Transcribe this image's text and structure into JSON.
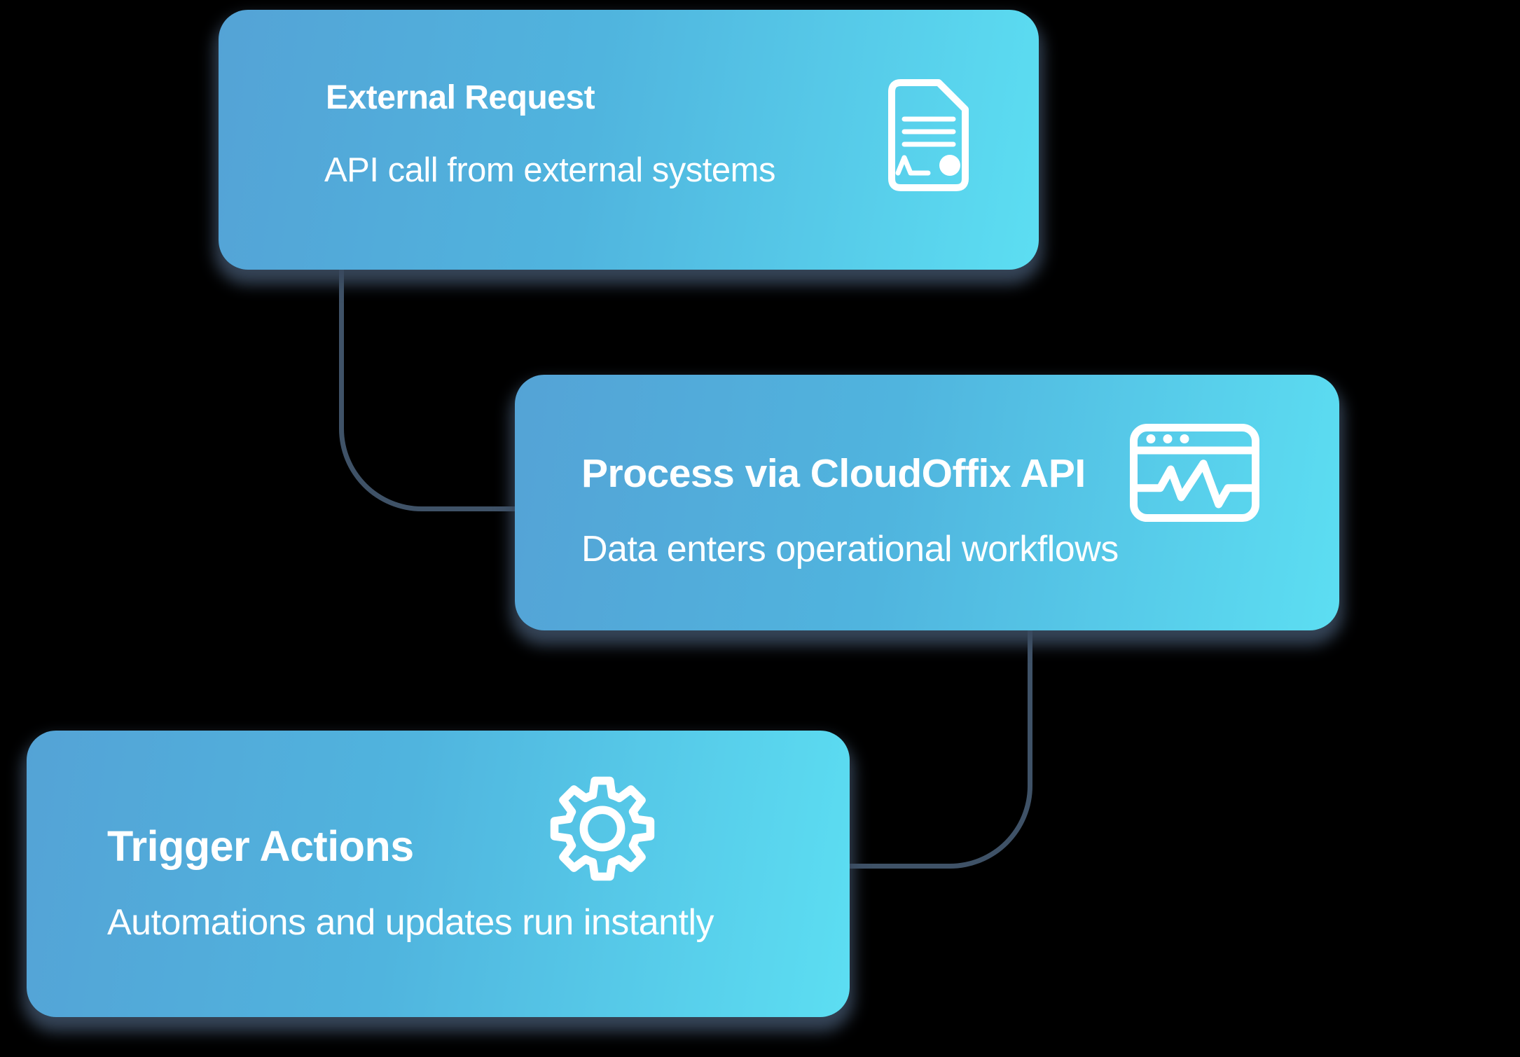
{
  "background_color": "#000000",
  "colors": {
    "card_gradient_start": "#54a3d6",
    "card_gradient_end": "#5cdef2",
    "connector_line": "#3f5267",
    "card_shadow": "#394a5e",
    "text": "#ffffff",
    "icon_stroke": "#ffffff"
  },
  "cards": [
    {
      "title": "External Request",
      "subtitle": "API call from external systems",
      "icon": "file-signature-icon"
    },
    {
      "title": "Process via CloudOffix API",
      "subtitle": "Data enters operational workflows",
      "icon": "browser-activity-icon"
    },
    {
      "title": "Trigger Actions",
      "subtitle": "Automations and updates run instantly",
      "icon": "gear-icon"
    }
  ],
  "connectors": [
    {
      "from": "External Request",
      "to": "Process via CloudOffix API"
    },
    {
      "from": "Process via CloudOffix API",
      "to": "Trigger Actions"
    }
  ]
}
